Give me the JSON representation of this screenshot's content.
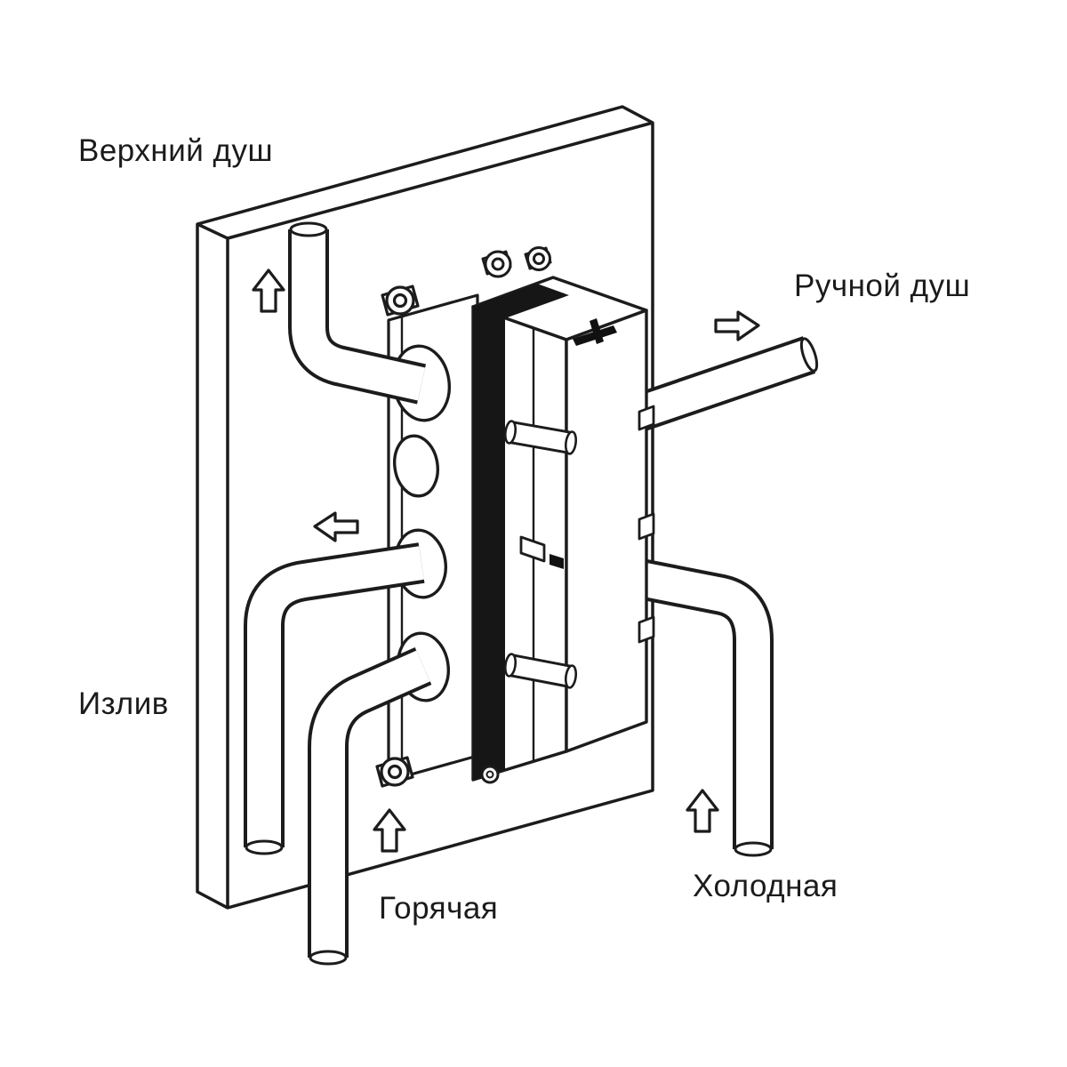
{
  "diagram": {
    "type": "technical-line-drawing",
    "subject": "concealed-shower-mixer-valve-installation",
    "labels": {
      "top_shower": "Верхний душ",
      "hand_shower": "Ручной душ",
      "spout": "Излив",
      "hot_supply": "Горячая",
      "cold_supply": "Холодная"
    },
    "arrows": [
      {
        "id": "top-shower-arrow",
        "direction": "up"
      },
      {
        "id": "hand-shower-arrow",
        "direction": "right"
      },
      {
        "id": "spout-arrow",
        "direction": "left"
      },
      {
        "id": "hot-supply-arrow",
        "direction": "up"
      },
      {
        "id": "cold-supply-arrow",
        "direction": "up"
      }
    ],
    "colors": {
      "line": "#1c1c1c",
      "background": "#ffffff",
      "fill": "#ffffff",
      "accent_dark": "#161616"
    }
  }
}
